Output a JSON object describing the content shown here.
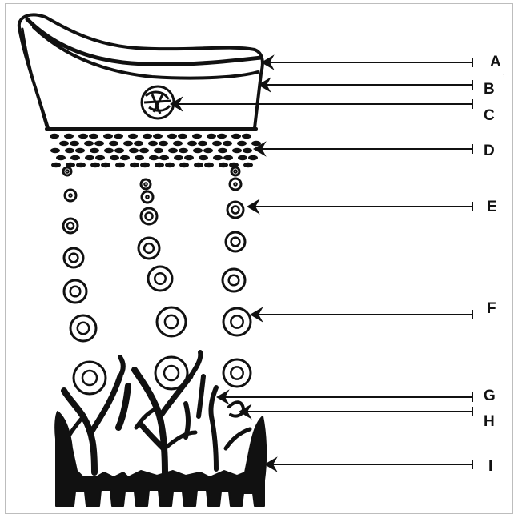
{
  "labels": [
    {
      "key": "A",
      "text": "A"
    },
    {
      "key": "B",
      "text": "B"
    },
    {
      "key": "C",
      "text": "C"
    },
    {
      "key": "D",
      "text": "D"
    },
    {
      "key": "E",
      "text": "E"
    },
    {
      "key": "F",
      "text": "F"
    },
    {
      "key": "G",
      "text": "G"
    },
    {
      "key": "H",
      "text": "H"
    },
    {
      "key": "I",
      "text": "I"
    }
  ],
  "colors": {
    "ink": "#111111",
    "paper": "#ffffff",
    "frame": "#bdbdbd"
  }
}
